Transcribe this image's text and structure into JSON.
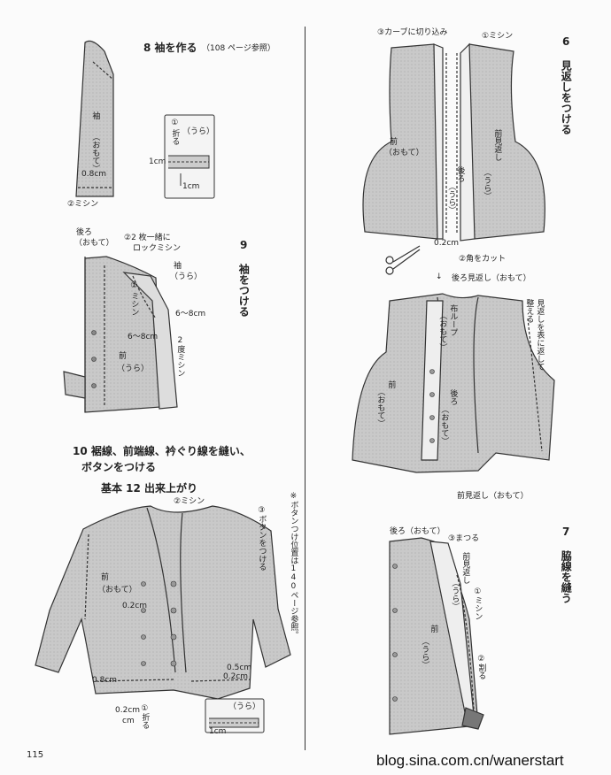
{
  "page": {
    "page_number": "115",
    "watermark": "blog.sina.com.cn/wanerstart"
  },
  "step8": {
    "title": "8 袖を作る",
    "ref": "（108 ページ参照）",
    "labels": [
      "袖",
      "（おもて）",
      "0.8cm",
      "②ミシン",
      "①",
      "折る",
      "（うら）",
      "1cm",
      "1cm"
    ]
  },
  "step9": {
    "title": "9 袖をつける",
    "labels": [
      "後ろ",
      "（おもて）",
      "②2 枚一緒に",
      "ロックミシン",
      "袖",
      "（うら）",
      "①",
      "ミシン",
      "6～8cm",
      "6～8cm",
      "前",
      "（うら）",
      "2度ミシン"
    ]
  },
  "step10": {
    "title_line1": "10 裾線、前端線、衿ぐり線を縫い、",
    "title_line2": "ボタンをつける",
    "subtitle": "基本 12 出来上がり",
    "note": "※ボタンつけ位置は140ページ参照。",
    "labels": [
      "②ミシン",
      "③ボタンをつける",
      "前",
      "（おもて）",
      "0.2cm",
      "0.2cm",
      "0.8cm",
      "0.5cm",
      "0.2cm",
      "cm",
      "①折る",
      "（うら）",
      "1cm"
    ]
  },
  "step6": {
    "title": "6 見返しをつける",
    "labels": [
      "③カーブに切り込み",
      "①ミシン",
      "前",
      "（おもて）",
      "前見返し",
      "（うら）",
      "後ろ",
      "（うら）",
      "0.2cm",
      "②角をカット",
      "↓",
      "後ろ見返し（おもて）",
      "布ループ",
      "（おもて）",
      "見返しを表に返して",
      "整える",
      "前",
      "（おもて）",
      "後ろ",
      "（おもて）",
      "前見返し（おもて）"
    ]
  },
  "step7": {
    "title": "7 脇線を縫う",
    "labels": [
      "後ろ（おもて）",
      "③まつる",
      "前見返し",
      "（うら）",
      "①ミシン",
      "前",
      "（うら）",
      "②割る"
    ]
  }
}
